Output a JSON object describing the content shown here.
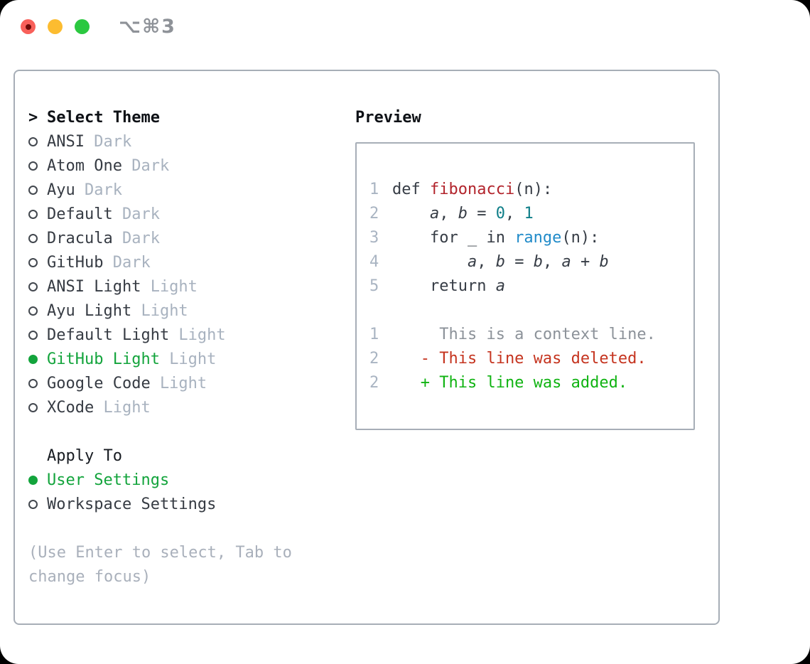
{
  "window": {
    "title_shortcut": "⌥⌘3",
    "traffic_lights": [
      {
        "name": "close",
        "color": "#f8605a"
      },
      {
        "name": "minimize",
        "color": "#fcbc30"
      },
      {
        "name": "zoom",
        "color": "#2bc840"
      }
    ]
  },
  "theme_picker": {
    "header_prefix": ">",
    "header": "Select Theme",
    "themes": [
      {
        "name": "ANSI",
        "variant": "Dark",
        "selected": false
      },
      {
        "name": "Atom One",
        "variant": "Dark",
        "selected": false
      },
      {
        "name": "Ayu",
        "variant": "Dark",
        "selected": false
      },
      {
        "name": "Default",
        "variant": "Dark",
        "selected": false
      },
      {
        "name": "Dracula",
        "variant": "Dark",
        "selected": false
      },
      {
        "name": "GitHub",
        "variant": "Dark",
        "selected": false
      },
      {
        "name": "ANSI Light",
        "variant": "Light",
        "selected": false
      },
      {
        "name": "Ayu Light",
        "variant": "Light",
        "selected": false
      },
      {
        "name": "Default Light",
        "variant": "Light",
        "selected": false
      },
      {
        "name": "GitHub Light",
        "variant": "Light",
        "selected": true
      },
      {
        "name": "Google Code",
        "variant": "Light",
        "selected": false
      },
      {
        "name": "XCode",
        "variant": "Light",
        "selected": false
      }
    ],
    "apply_to": {
      "label": "Apply To",
      "options": [
        {
          "name": "User Settings",
          "selected": true
        },
        {
          "name": "Workspace Settings",
          "selected": false
        }
      ]
    },
    "hint_line1": "(Use Enter to select, Tab to",
    "hint_line2": "change focus)"
  },
  "preview": {
    "title": "Preview",
    "code_lines": [
      {
        "num": "1",
        "segments": [
          {
            "text": "def ",
            "style": "plain"
          },
          {
            "text": "fibonacci",
            "style": "function"
          },
          {
            "text": "(n):",
            "style": "plain"
          }
        ]
      },
      {
        "num": "2",
        "segments": [
          {
            "text": "    ",
            "style": "plain"
          },
          {
            "text": "a",
            "style": "variable"
          },
          {
            "text": ", ",
            "style": "plain"
          },
          {
            "text": "b",
            "style": "variable"
          },
          {
            "text": " = ",
            "style": "plain"
          },
          {
            "text": "0",
            "style": "number"
          },
          {
            "text": ", ",
            "style": "plain"
          },
          {
            "text": "1",
            "style": "number"
          }
        ]
      },
      {
        "num": "3",
        "segments": [
          {
            "text": "    for _ in ",
            "style": "plain"
          },
          {
            "text": "range",
            "style": "builtin"
          },
          {
            "text": "(n):",
            "style": "plain"
          }
        ]
      },
      {
        "num": "4",
        "segments": [
          {
            "text": "        ",
            "style": "plain"
          },
          {
            "text": "a",
            "style": "variable"
          },
          {
            "text": ", ",
            "style": "plain"
          },
          {
            "text": "b",
            "style": "variable"
          },
          {
            "text": " = ",
            "style": "plain"
          },
          {
            "text": "b",
            "style": "variable"
          },
          {
            "text": ", ",
            "style": "plain"
          },
          {
            "text": "a",
            "style": "variable"
          },
          {
            "text": " + ",
            "style": "plain"
          },
          {
            "text": "b",
            "style": "variable"
          }
        ]
      },
      {
        "num": "5",
        "segments": [
          {
            "text": "    return ",
            "style": "plain"
          },
          {
            "text": "a",
            "style": "variable"
          }
        ]
      },
      {
        "num": "",
        "segments": []
      },
      {
        "num": "1",
        "segments": [
          {
            "text": "     This is a context line.",
            "style": "context"
          }
        ]
      },
      {
        "num": "2",
        "segments": [
          {
            "text": "   - This line was deleted.",
            "style": "deleted"
          }
        ]
      },
      {
        "num": "2",
        "segments": [
          {
            "text": "   + This line was added.",
            "style": "added"
          }
        ]
      }
    ]
  },
  "colors": {
    "accent_selected_green": "#13a43c",
    "diff_added_green": "#10b312",
    "diff_deleted_red": "#c5341f",
    "syntax_function_red": "#b2242c",
    "syntax_number_teal": "#0e7e88",
    "syntax_builtin_blue": "#218bc9",
    "muted_gray": "#a8b2bf",
    "border_gray": "#a7aeb7"
  }
}
